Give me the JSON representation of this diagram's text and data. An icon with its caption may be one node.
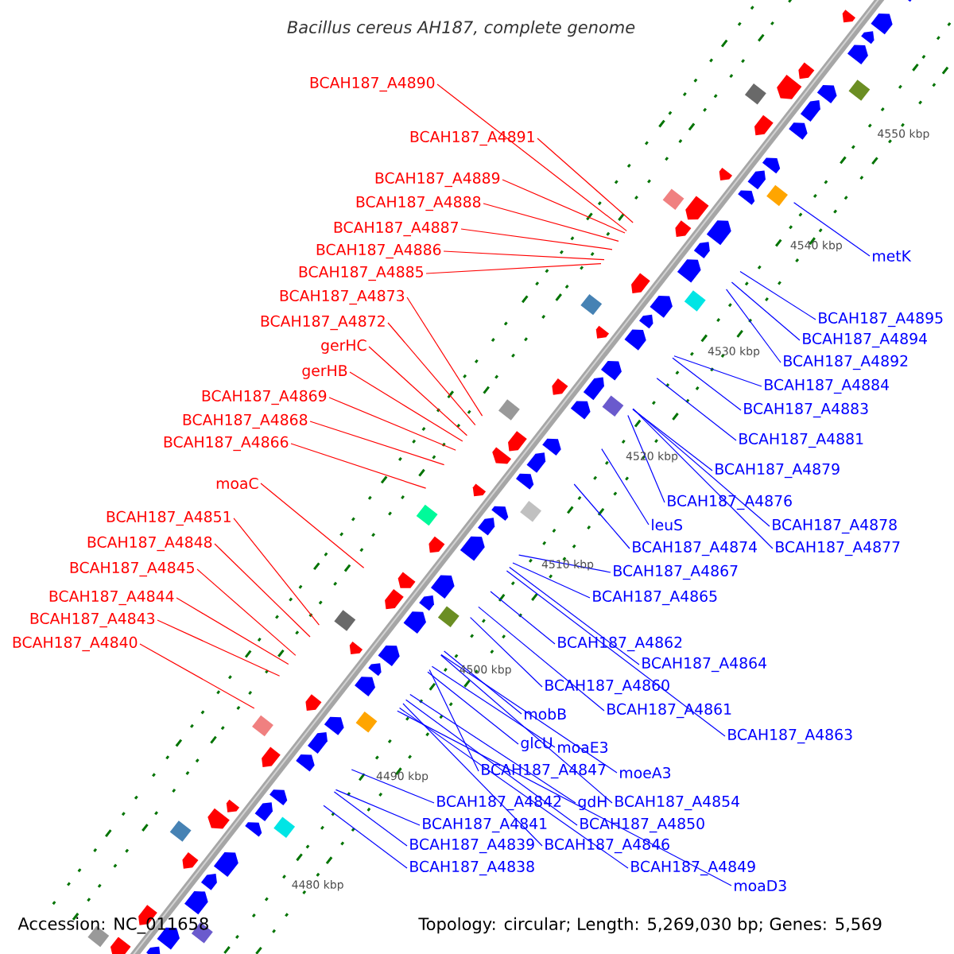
{
  "diagram": {
    "title": "*Bacillus cereus AH187, complete genome*",
    "nodes": [
      {
        "text": [
          "BCAH187_A4890"
        ]
      },
      {
        "text": [
          "BCAH187_A4891"
        ]
      },
      {
        "text": [
          "BCAH187_A4889"
        ]
      },
      {
        "text": [
          "BCAH187_A4888"
        ]
      },
      {
        "text": [
          "BCAH187_A4887"
        ]
      },
      {
        "text": [
          "BCAH187_A4886"
        ]
      },
      {
        "text": [
          "BCAH187_A4885"
        ]
      },
      {
        "text": [
          "BCAH187_A4873"
        ]
      },
      {
        "text": [
          "BCAH187_A4872"
        ]
      },
      {
        "text": [
          "gerHC"
        ]
      },
      {
        "text": [
          "gerHB"
        ]
      },
      {
        "text": [
          "BCAH187_A4869"
        ]
      },
      {
        "text": [
          "BCAH187_A4868"
        ]
      },
      {
        "text": [
          "BCAH187_A4866"
        ]
      },
      {
        "text": [
          "moaC"
        ]
      },
      {
        "text": [
          "BCAH187_A4851"
        ]
      },
      {
        "text": [
          "BCAH187_A4848"
        ]
      },
      {
        "text": [
          "BCAH187_A4845"
        ]
      },
      {
        "text": [
          "BCAH187_A4844"
        ]
      },
      {
        "text": [
          "BCAH187_A4843"
        ]
      },
      {
        "text": [
          "BCAH187_A4840"
        ]
      },
      {
        "text": [
          "metK"
        ]
      },
      {
        "text": [
          "BCAH187_A4895"
        ]
      },
      {
        "text": [
          "BCAH187_A4894"
        ]
      },
      {
        "text": [
          "BCAH187_A4892"
        ]
      },
      {
        "text": [
          "BCAH187_A4884"
        ]
      },
      {
        "text": [
          "BCAH187_A4883"
        ]
      },
      {
        "text": [
          "BCAH187_A4881"
        ]
      },
      {
        "text": [
          "BCAH187_A4879"
        ]
      },
      {
        "text": [
          "BCAH187_A4876"
        ]
      },
      {
        "text": [
          "BCAH187_A4878"
        ]
      },
      {
        "text": [
          "BCAH187_A4877"
        ]
      },
      {
        "text": [
          "leuS"
        ]
      },
      {
        "text": [
          "BCAH187_A4874"
        ]
      },
      {
        "text": [
          "BCAH187_A4867"
        ]
      },
      {
        "text": [
          "BCAH187_A4865"
        ]
      },
      {
        "text": [
          "BCAH187_A4862"
        ]
      },
      {
        "text": [
          "BCAH187_A4864"
        ]
      },
      {
        "text": [
          "BCAH187_A4860"
        ]
      },
      {
        "text": [
          "BCAH187_A4861"
        ]
      },
      {
        "text": [
          "BCAH187_A4863"
        ]
      },
      {
        "text": [
          "mobB"
        ]
      },
      {
        "text": [
          "glcU"
        ]
      },
      {
        "text": [
          "moaE3"
        ]
      },
      {
        "text": [
          "BCAH187_A4847"
        ]
      },
      {
        "text": [
          "moeA3"
        ]
      },
      {
        "text": [
          "BCAH187_A4842"
        ]
      },
      {
        "text": [
          "gdH"
        ]
      },
      {
        "text": [
          "BCAH187_A4854"
        ]
      },
      {
        "text": [
          "BCAH187_A4841"
        ]
      },
      {
        "text": [
          "BCAH187_A4850"
        ]
      },
      {
        "text": [
          "BCAH187_A4839"
        ]
      },
      {
        "text": [
          "BCAH187_A4846"
        ]
      },
      {
        "text": [
          "BCAH187_A4838"
        ]
      },
      {
        "text": [
          "BCAH187_A4849"
        ]
      },
      {
        "text": [
          "moaD3"
        ]
      }
    ],
    "edges": [
      {
        "from": 0,
        "to": null,
        "arrow": "none",
        "color": "#ff0000"
      },
      {
        "from": 1,
        "to": null,
        "arrow": "none",
        "color": "#ff0000"
      },
      {
        "from": 2,
        "to": null,
        "arrow": "none",
        "color": "#ff0000"
      },
      {
        "from": 3,
        "to": null,
        "arrow": "none",
        "color": "#ff0000"
      },
      {
        "from": 4,
        "to": null,
        "arrow": "none",
        "color": "#ff0000"
      },
      {
        "from": 5,
        "to": null,
        "arrow": "none",
        "color": "#ff0000"
      },
      {
        "from": 6,
        "to": null,
        "arrow": "none",
        "color": "#ff0000"
      },
      {
        "from": 7,
        "to": null,
        "arrow": "none",
        "color": "#ff0000"
      },
      {
        "from": 8,
        "to": null,
        "arrow": "none",
        "color": "#ff0000"
      },
      {
        "from": 9,
        "to": null,
        "arrow": "none",
        "color": "#ff0000"
      },
      {
        "from": 10,
        "to": null,
        "arrow": "none",
        "color": "#ff0000"
      },
      {
        "from": 11,
        "to": null,
        "arrow": "none",
        "color": "#ff0000"
      },
      {
        "from": 12,
        "to": null,
        "arrow": "none",
        "color": "#ff0000"
      },
      {
        "from": 13,
        "to": null,
        "arrow": "none",
        "color": "#ff0000"
      },
      {
        "from": 14,
        "to": null,
        "arrow": "none",
        "color": "#ff0000"
      },
      {
        "from": 15,
        "to": null,
        "arrow": "none",
        "color": "#ff0000"
      },
      {
        "from": 16,
        "to": null,
        "arrow": "none",
        "color": "#ff0000"
      },
      {
        "from": 17,
        "to": null,
        "arrow": "none",
        "color": "#ff0000"
      },
      {
        "from": 18,
        "to": null,
        "arrow": "none",
        "color": "#ff0000"
      },
      {
        "from": 19,
        "to": null,
        "arrow": "none",
        "color": "#ff0000"
      },
      {
        "from": 20,
        "to": null,
        "arrow": "none",
        "color": "#ff0000"
      },
      {
        "from": 21,
        "to": null,
        "arrow": "none"
      },
      {
        "from": 22,
        "to": null,
        "arrow": "none"
      },
      {
        "from": 23,
        "to": null,
        "arrow": "none"
      },
      {
        "from": 24,
        "to": null,
        "arrow": "none"
      },
      {
        "from": 25,
        "to": null,
        "arrow": "none"
      },
      {
        "from": 26,
        "to": null,
        "arrow": "none"
      },
      {
        "from": 27,
        "to": null,
        "arrow": "none"
      },
      {
        "from": 28,
        "to": null,
        "arrow": "none"
      },
      {
        "from": 29,
        "to": null,
        "arrow": "none"
      },
      {
        "from": 30,
        "to": null,
        "arrow": "none"
      },
      {
        "from": 31,
        "to": null,
        "arrow": "none"
      },
      {
        "from": 32,
        "to": null,
        "arrow": "none"
      },
      {
        "from": 33,
        "to": null,
        "arrow": "none"
      },
      {
        "from": 34,
        "to": null,
        "arrow": "none"
      },
      {
        "from": 35,
        "to": null,
        "arrow": "none"
      },
      {
        "from": 36,
        "to": null,
        "arrow": "none"
      },
      {
        "from": 37,
        "to": null,
        "arrow": "none"
      },
      {
        "from": 38,
        "to": null,
        "arrow": "none"
      },
      {
        "from": 39,
        "to": null,
        "arrow": "none"
      },
      {
        "from": 40,
        "to": null,
        "arrow": "none"
      },
      {
        "from": 41,
        "to": null,
        "arrow": "none"
      },
      {
        "from": 42,
        "to": null,
        "arrow": "none"
      },
      {
        "from": 43,
        "to": null,
        "arrow": "none"
      },
      {
        "from": 44,
        "to": null,
        "arrow": "none"
      },
      {
        "from": 45,
        "to": null,
        "arrow": "none"
      },
      {
        "from": 46,
        "to": null,
        "arrow": "none"
      },
      {
        "from": 47,
        "to": null,
        "arrow": "none"
      },
      {
        "from": 48,
        "to": null,
        "arrow": "none"
      },
      {
        "from": 49,
        "to": null,
        "arrow": "none"
      },
      {
        "from": 50,
        "to": null,
        "arrow": "none"
      },
      {
        "from": 51,
        "to": null,
        "arrow": "none"
      },
      {
        "from": 52,
        "to": null,
        "arrow": "none"
      },
      {
        "from": 53,
        "to": null,
        "arrow": "none"
      },
      {
        "from": 54,
        "to": null,
        "arrow": "none"
      },
      {
        "from": 55,
        "to": null,
        "arrow": "none"
      }
    ],
    "labels": [
      "4550 kbp",
      "4540 kbp",
      "4530 kbp",
      "4520 kbp",
      "4510 kbp",
      "4500 kbp",
      "4490 kbp",
      "4480 kbp",
      "Accession: NC_011658",
      "Topology: circular; Length: 5,269,030 bp; Genes: 5,569"
    ]
  }
}
